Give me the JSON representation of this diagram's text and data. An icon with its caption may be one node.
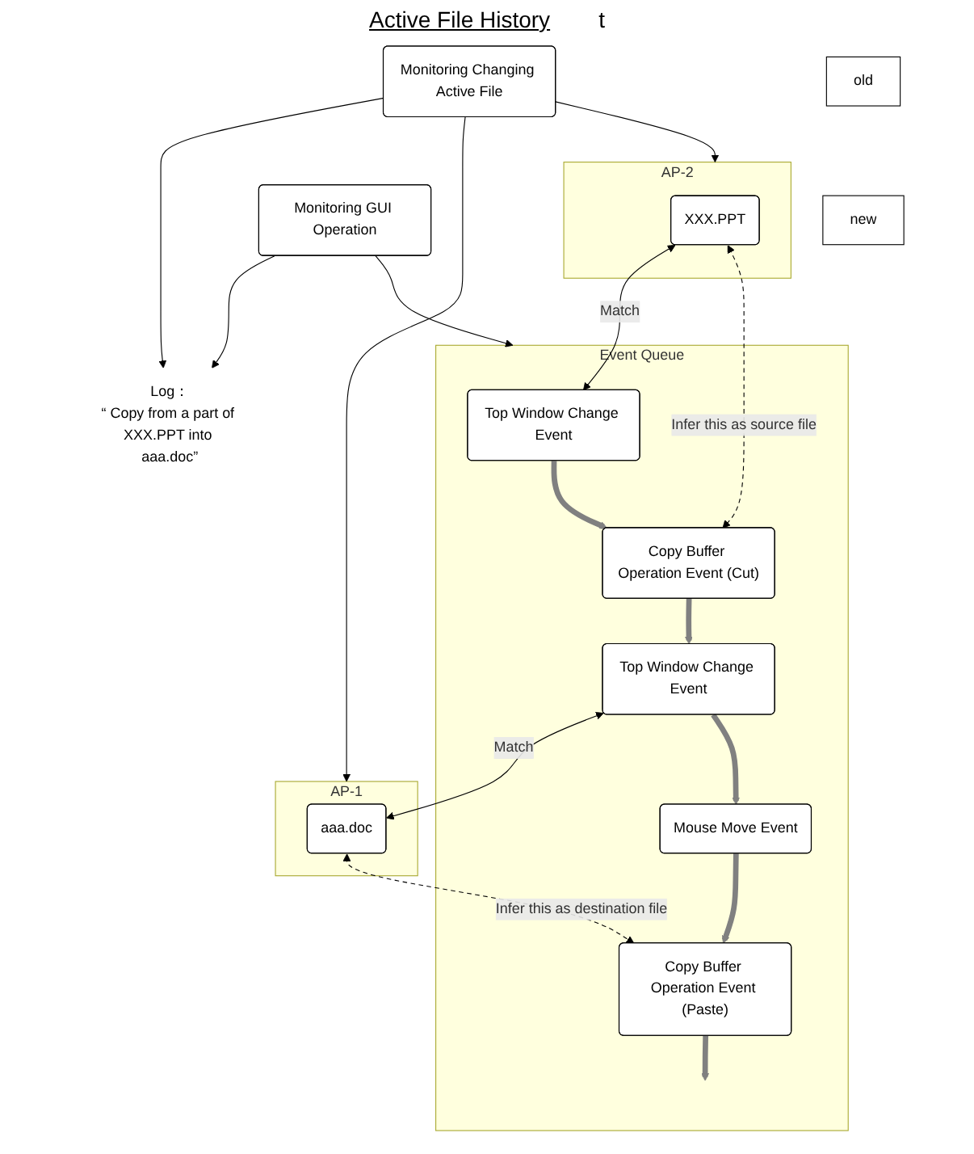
{
  "diagram": {
    "nodes": [
      {
        "text": [
          "AP-1"
        ]
      },
      {
        "text": [
          "aaa.doc"
        ],
        "in": 0
      },
      {
        "text": [
          "AP-2"
        ]
      },
      {
        "text": [
          "XXX.PPT"
        ],
        "in": 2
      },
      {
        "text": [
          "Event Queue"
        ]
      },
      {
        "text": [
          "Top Window Change Event"
        ],
        "in": 4
      },
      {
        "text": [
          "Copy Buffer Operation Event (Cut)"
        ],
        "in": 4
      },
      {
        "text": [
          "Top Window Change Event"
        ],
        "in": 4
      },
      {
        "text": [
          "Mouse Move Event"
        ],
        "in": 4
      },
      {
        "text": [
          "Copy Buffer Operation Event (Paste)"
        ],
        "in": 4
      },
      {
        "text": [
          "Monitoring Changing Active File"
        ]
      },
      {
        "text": [
          "Monitoring GUI Operation"
        ]
      },
      {
        "text": [
          "old"
        ]
      },
      {
        "text": [
          "new"
        ]
      },
      {
        "text": [
          "Log：",
          "“ Copy from a part of XXX.PPT into aaa.doc”"
        ]
      }
    ],
    "edges": [
      {
        "from": 3,
        "to": 5,
        "arrow": "both",
        "label": "Match"
      },
      {
        "from": 3,
        "to": 6,
        "arrow": "both",
        "label": "Infer this as source file",
        "style": "dashed"
      },
      {
        "from": 7,
        "to": 1,
        "arrow": "both",
        "label": "Match"
      },
      {
        "from": 1,
        "to": 9,
        "arrow": "both",
        "label": "Infer this as destination file",
        "style": "dashed"
      },
      {
        "from": 5,
        "to": 6,
        "arrow": "to",
        "style": "thick",
        "color": "#808080"
      },
      {
        "from": 6,
        "to": 7,
        "arrow": "to",
        "style": "thick",
        "color": "#808080"
      },
      {
        "from": 7,
        "to": 8,
        "arrow": "to",
        "style": "thick",
        "color": "#808080"
      },
      {
        "from": 8,
        "to": 9,
        "arrow": "to",
        "style": "thick",
        "color": "#808080"
      },
      {
        "from": 9,
        "to": null,
        "arrow": "to",
        "style": "thick",
        "color": "#808080"
      },
      {
        "from": 10,
        "to": 0,
        "arrow": "to"
      },
      {
        "from": 10,
        "to": 2,
        "arrow": "to"
      },
      {
        "from": 11,
        "to": 4,
        "arrow": "to"
      },
      {
        "from": 10,
        "to": 14,
        "arrow": "to"
      },
      {
        "from": 11,
        "to": 14,
        "arrow": "to"
      }
    ],
    "labels": [
      "Active File History",
      "t"
    ]
  }
}
